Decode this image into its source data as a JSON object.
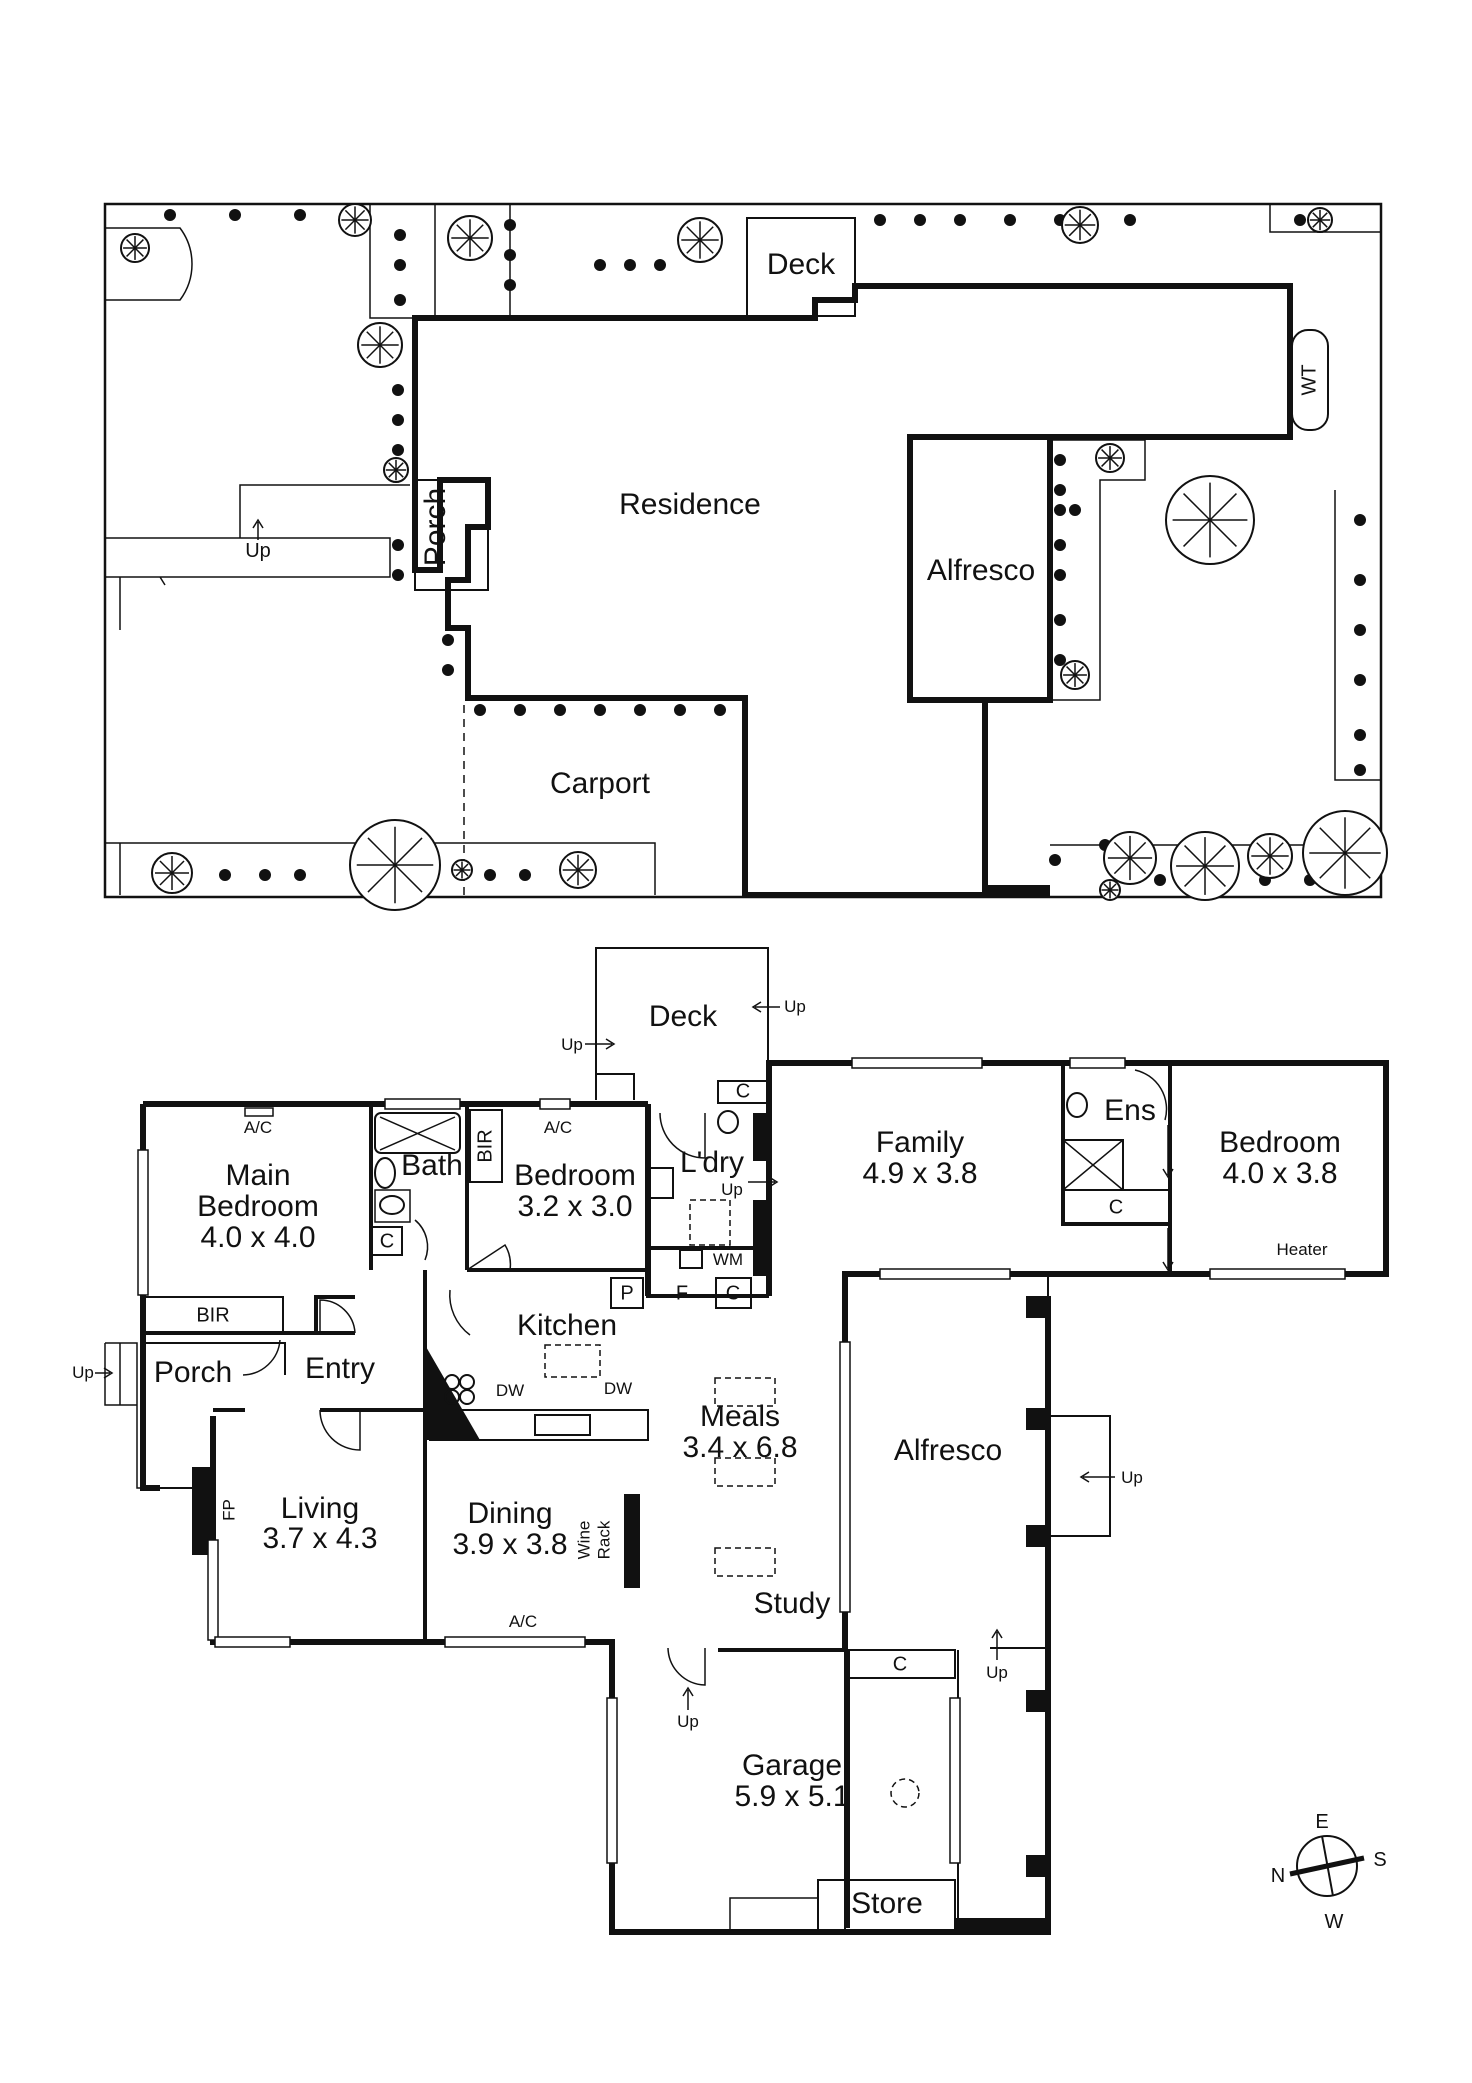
{
  "site_plan": {
    "labels": {
      "deck": "Deck",
      "residence": "Residence",
      "porch": "Porch",
      "alfresco": "Alfresco",
      "carport": "Carport",
      "wt": "WT",
      "up": "Up"
    }
  },
  "floor_plan": {
    "rooms": {
      "deck": {
        "name": "Deck"
      },
      "family": {
        "name": "Family",
        "size": "4.9 x 3.8"
      },
      "ens": {
        "name": "Ens"
      },
      "bedroom_east": {
        "name": "Bedroom",
        "size": "4.0 x 3.8"
      },
      "main_bedroom": {
        "name_line1": "Main",
        "name_line2": "Bedroom",
        "size": "4.0 x 4.0"
      },
      "bath": {
        "name": "Bath"
      },
      "bedroom_mid": {
        "name": "Bedroom",
        "size": "3.2 x 3.0"
      },
      "laundry": {
        "name": "L'dry"
      },
      "kitchen": {
        "name": "Kitchen"
      },
      "porch": {
        "name": "Porch"
      },
      "entry": {
        "name": "Entry"
      },
      "meals": {
        "name": "Meals",
        "size": "3.4 x 6.8"
      },
      "alfresco": {
        "name": "Alfresco"
      },
      "living": {
        "name": "Living",
        "size": "3.7 x 4.3"
      },
      "dining": {
        "name": "Dining",
        "size": "3.9 x 3.8"
      },
      "study": {
        "name": "Study"
      },
      "garage": {
        "name": "Garage",
        "size": "5.9 x 5.1"
      },
      "store": {
        "name": "Store"
      }
    },
    "fixtures": {
      "ac": "A/C",
      "bir": "BIR",
      "cupboard": "C",
      "pantry": "P",
      "fridge": "F",
      "washing_machine": "WM",
      "dishwasher": "DW",
      "heater": "Heater",
      "fireplace": "FP",
      "wine_line1": "Wine",
      "wine_line2": "Rack",
      "up": "Up"
    }
  },
  "compass": {
    "e": "E",
    "s": "S",
    "w": "W",
    "n": "N"
  }
}
